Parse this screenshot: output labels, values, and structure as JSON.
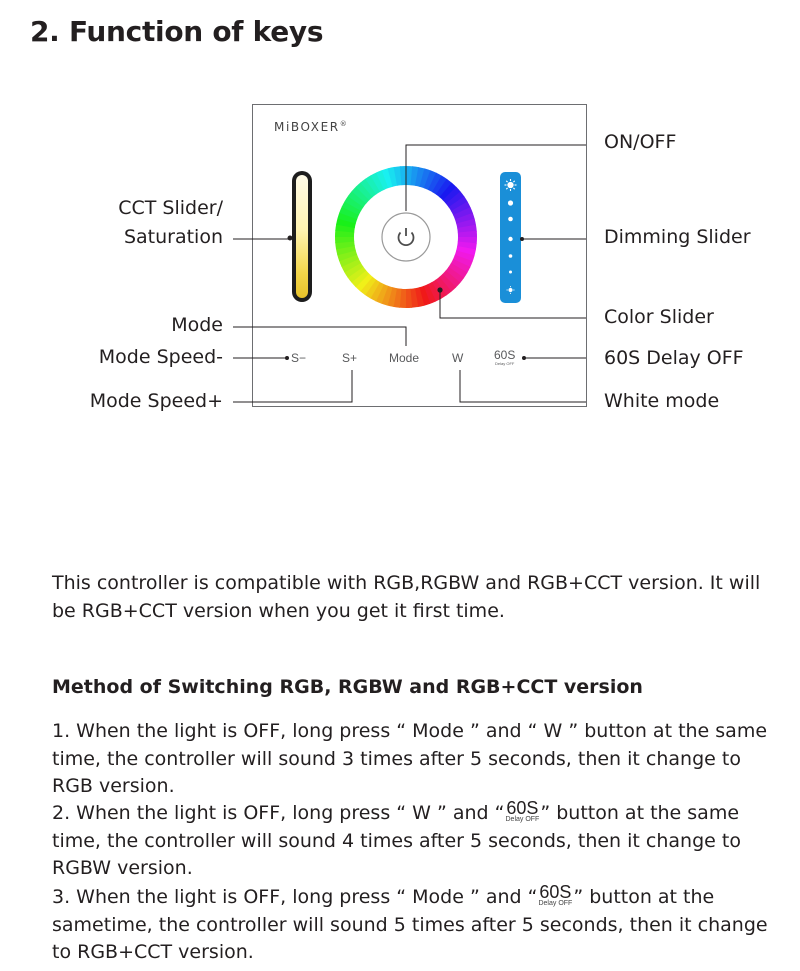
{
  "title": "2. Function of keys",
  "panel": {
    "brand": "MiBOXER",
    "brand_mark": "®",
    "buttons": {
      "s_minus": "S−",
      "s_plus": "S+",
      "mode": "Mode",
      "w": "W",
      "delay_big": "60S",
      "delay_small": "Delay OFF"
    }
  },
  "labels": {
    "cct_line1": "CCT Slider/",
    "cct_line2": "Saturation",
    "mode": "Mode",
    "mode_speed_minus": "Mode Speed-",
    "mode_speed_plus": "Mode Speed+",
    "on_off": "ON/OFF",
    "dimming": "Dimming Slider",
    "color": "Color Slider",
    "delay": "60S Delay OFF",
    "white": "White mode"
  },
  "colors": {
    "text": "#231f20",
    "line": "#231f20",
    "dimming_bar": "#1a8fd8",
    "panel_border": "#6d6e71"
  },
  "intro": {
    "line1": "This controller is compatible with RGB,RGBW and RGB+CCT version. It will",
    "line2": "be RGB+CCT version when you get it first time."
  },
  "method_heading": "Method of Switching RGB, RGBW and RGB+CCT version",
  "steps": {
    "s1_a": "1. When the light is OFF, long press “ Mode ” and “ W ” button at the same",
    "s1_b": "time, the controller will sound 3 times after 5 seconds, then it change to",
    "s1_c": "RGB version.",
    "s2_a1": "2. When the light is OFF, long press “ W ” and “",
    "s2_a2": "” button at the same",
    "s2_b": "time, the controller will sound 4 times after 5 seconds, then it change to",
    "s2_c": "RGBW version.",
    "s3_a1": "3. When the light is OFF, long press “ Mode ” and “",
    "s3_a2": "” button at the",
    "s3_b": "sametime, the controller will sound 5 times after 5 seconds, then it change",
    "s3_c": "to RGB+CCT version.",
    "inline_big": "60S",
    "inline_small": "Delay OFF"
  }
}
